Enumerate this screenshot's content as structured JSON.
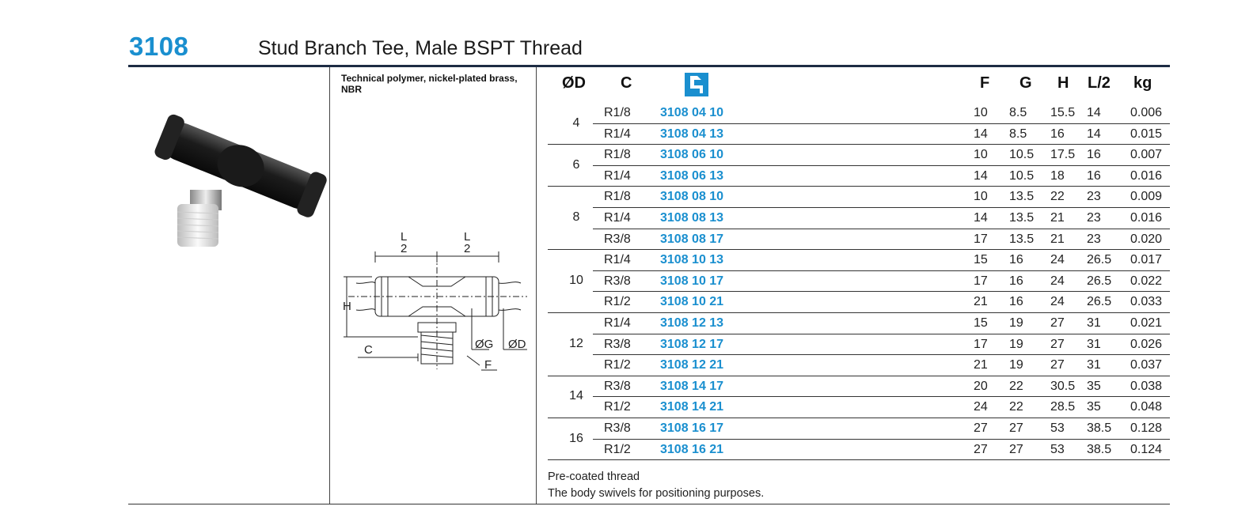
{
  "header": {
    "code": "3108",
    "title": "Stud Branch Tee, Male BSPT Thread"
  },
  "material": "Technical polymer, nickel-plated brass, NBR",
  "columns": [
    "ØD",
    "C",
    "F",
    "G",
    "H",
    "L/2",
    "kg"
  ],
  "code_column_icon": "fitting-icon",
  "groups": [
    {
      "od": "4",
      "rows": [
        {
          "c": "R1/8",
          "code": "3108 04 10",
          "f": "10",
          "g": "8.5",
          "h": "15.5",
          "l2": "14",
          "kg": "0.006"
        },
        {
          "c": "R1/4",
          "code": "3108 04 13",
          "f": "14",
          "g": "8.5",
          "h": "16",
          "l2": "14",
          "kg": "0.015"
        }
      ]
    },
    {
      "od": "6",
      "rows": [
        {
          "c": "R1/8",
          "code": "3108 06 10",
          "f": "10",
          "g": "10.5",
          "h": "17.5",
          "l2": "16",
          "kg": "0.007"
        },
        {
          "c": "R1/4",
          "code": "3108 06 13",
          "f": "14",
          "g": "10.5",
          "h": "18",
          "l2": "16",
          "kg": "0.016"
        }
      ]
    },
    {
      "od": "8",
      "rows": [
        {
          "c": "R1/8",
          "code": "3108 08 10",
          "f": "10",
          "g": "13.5",
          "h": "22",
          "l2": "23",
          "kg": "0.009"
        },
        {
          "c": "R1/4",
          "code": "3108 08 13",
          "f": "14",
          "g": "13.5",
          "h": "21",
          "l2": "23",
          "kg": "0.016"
        },
        {
          "c": "R3/8",
          "code": "3108 08 17",
          "f": "17",
          "g": "13.5",
          "h": "21",
          "l2": "23",
          "kg": "0.020"
        }
      ]
    },
    {
      "od": "10",
      "rows": [
        {
          "c": "R1/4",
          "code": "3108 10 13",
          "f": "15",
          "g": "16",
          "h": "24",
          "l2": "26.5",
          "kg": "0.017"
        },
        {
          "c": "R3/8",
          "code": "3108 10 17",
          "f": "17",
          "g": "16",
          "h": "24",
          "l2": "26.5",
          "kg": "0.022"
        },
        {
          "c": "R1/2",
          "code": "3108 10 21",
          "f": "21",
          "g": "16",
          "h": "24",
          "l2": "26.5",
          "kg": "0.033"
        }
      ]
    },
    {
      "od": "12",
      "rows": [
        {
          "c": "R1/4",
          "code": "3108 12 13",
          "f": "15",
          "g": "19",
          "h": "27",
          "l2": "31",
          "kg": "0.021"
        },
        {
          "c": "R3/8",
          "code": "3108 12 17",
          "f": "17",
          "g": "19",
          "h": "27",
          "l2": "31",
          "kg": "0.026"
        },
        {
          "c": "R1/2",
          "code": "3108 12 21",
          "f": "21",
          "g": "19",
          "h": "27",
          "l2": "31",
          "kg": "0.037"
        }
      ]
    },
    {
      "od": "14",
      "rows": [
        {
          "c": "R3/8",
          "code": "3108 14 17",
          "f": "20",
          "g": "22",
          "h": "30.5",
          "l2": "35",
          "kg": "0.038"
        },
        {
          "c": "R1/2",
          "code": "3108 14 21",
          "f": "24",
          "g": "22",
          "h": "28.5",
          "l2": "35",
          "kg": "0.048"
        }
      ]
    },
    {
      "od": "16",
      "rows": [
        {
          "c": "R3/8",
          "code": "3108 16 17",
          "f": "27",
          "g": "27",
          "h": "53",
          "l2": "38.5",
          "kg": "0.128"
        },
        {
          "c": "R1/2",
          "code": "3108 16 21",
          "f": "27",
          "g": "27",
          "h": "53",
          "l2": "38.5",
          "kg": "0.124"
        }
      ]
    }
  ],
  "notes": [
    "Pre-coated thread",
    "The body swivels for positioning purposes."
  ],
  "drawing_labels": {
    "l": "L",
    "two": "2",
    "h": "H",
    "c": "C",
    "og": "ØG",
    "od": "ØD",
    "hexf": "F"
  },
  "colors": {
    "accent": "#1a8fcf",
    "rule": "#1d2c44"
  }
}
